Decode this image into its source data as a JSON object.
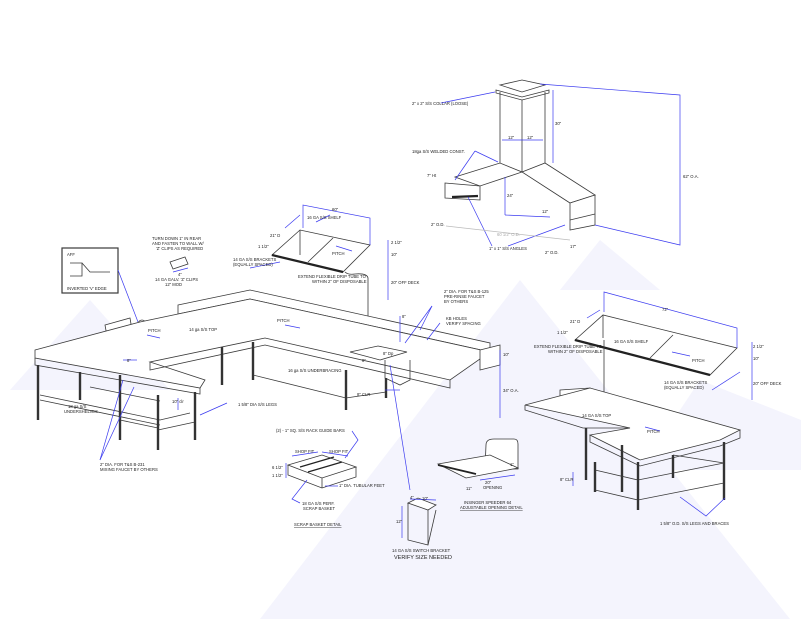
{
  "hood": {
    "collar": "2\" x 2\" S/S COLLAR (LOOSE)",
    "construction": "18ga S/S WELDED CONST.",
    "width_a": "12\"",
    "width_b": "12\"",
    "collar_height": "30\"",
    "overall": "62\" O.A.",
    "arm_height": "24\"",
    "opening": "12\"",
    "angles": "1\" x 1\" S/S ANGLES",
    "od_left": "2\" O.D.",
    "od_right": "2\" O.D.",
    "depth": "17\"",
    "span": "60 1/2\" O.D.",
    "height_small": "7\" Ht"
  },
  "inset": {
    "top": "AFF",
    "caption": "INVERTED 'V' EDGE"
  },
  "clips": {
    "note": [
      "TURN DOWN 1\" IN REAR",
      "AND FASTEN TO WALL W/",
      "'Z' CLIPS AS REQUIRED"
    ],
    "width": "4\"",
    "label": [
      "14 GA GALV. 'Z' CLIPS",
      "12\" MOD"
    ]
  },
  "shelf_left": {
    "length": "60\"",
    "shelf": "16 GA S/S SHELF",
    "depth": "21\" D",
    "lip": "1 1/2\"",
    "brackets": [
      "14 GA S/S BRACKETS",
      "(EQUALLY SPACED)"
    ],
    "pitch": "PITCH",
    "drip": [
      "EXTEND FLEXIBLE DRIP TUBE TO",
      "WITHIN 2\" OF DISPOSABLE"
    ],
    "edge": "2 1/2\"",
    "bracket_h": "10\"",
    "off_deck": "20\" OFF DECK"
  },
  "main_table": {
    "pitch_a": "PITCH",
    "pitch_b": "PITCH",
    "top": "14 ga S/S TOP",
    "underbracing": "16 ga S/S UNDERBRACING",
    "legs": "1 5/8\" DIA S/S LEGS",
    "clear_a": "10\" clr",
    "clear_b": "8\" CLR",
    "undershelves": [
      "18 ga S/S",
      "UNDERSHELVES"
    ],
    "faucet_spacing_a": "8\"",
    "faucet_spacing_b": "8\"",
    "sink_depth": "8\"",
    "sink_dp": "8\" Dp",
    "mixing_faucet": [
      "2\" DIA. FOR T&S B-231",
      "MIXING FAUCET BY OTHERS"
    ],
    "prerinse_faucet": [
      "2\" DIA. FOR T&S B-125",
      "PRE-RINSE FAUCET",
      "BY OTHERS"
    ],
    "kb_holes": [
      "KB HOLES",
      "VERIFY SPACING"
    ],
    "splash": "10\"",
    "height": "34\" O.A."
  },
  "scrap_basket": {
    "guide_bars": "(2) - 1\" SQ. S/S RACK GUIDE BARS",
    "fit_a": "SHOP FIT",
    "fit_b": "SHOP FIT",
    "h_a": "6 1/2\"",
    "h_b": "1 1/2\"",
    "feet": "1\" DIA. TUBULAR FEET",
    "basket": [
      "18 GA S/S PERF.",
      "SCRAP BASKET"
    ],
    "title": "SCRAP BASKET DETAIL"
  },
  "switch_bracket": {
    "w": "4\"",
    "d": "10\"",
    "h": "12\"",
    "label": "14 GA S/S SWITCH BRACKET",
    "note": "VERIFY SIZE NEEDED"
  },
  "spreader": {
    "opening": [
      "20\"",
      "OPENING"
    ],
    "h": "1\"",
    "w": "11\"",
    "title": [
      "INSINGER SPEEDER 64",
      "ADJUSTABLE OPENING DETAIL"
    ]
  },
  "right_table": {
    "length": "72\"",
    "depth": "21\" D",
    "lip": "1 1/2\"",
    "shelf": "16 GA S/S SHELF",
    "pitch": "PITCH",
    "drip": [
      "EXTEND FLEXIBLE DRIP TUBE TO",
      "WITHIN 2\" OF DISPOSABLE"
    ],
    "brackets": [
      "14 GA S/S BRACKETS",
      "(EQUALLY SPACED)"
    ],
    "edge": "2 1/2\"",
    "bracket_h": "10\"",
    "off_deck": "20\" OFF DECK",
    "top": "14 GA S/S TOP",
    "pitch_top": "PITCH",
    "clear": "8\" CLR",
    "legs": "1 5/8\" O.D. S/S LEGS AND BRACES"
  }
}
